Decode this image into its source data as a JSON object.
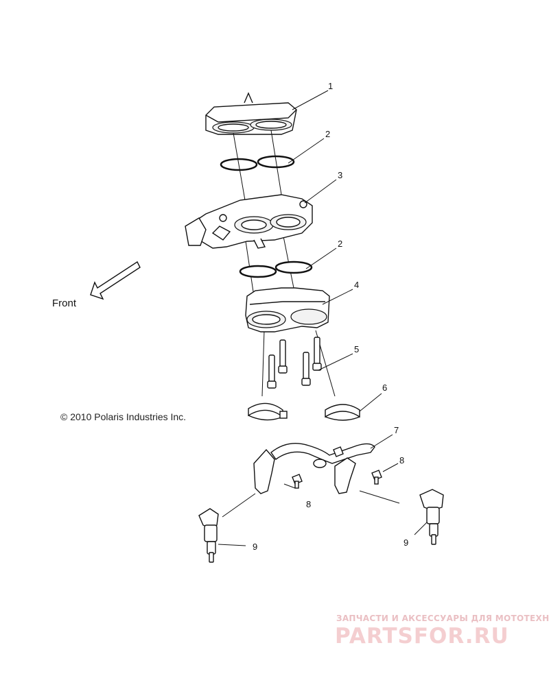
{
  "front_label": "Front",
  "copyright": "© 2010 Polaris Industries Inc.",
  "watermark": {
    "tagline": "ЗАПЧАСТИ И АКСЕССУАРЫ ДЛЯ МОТОТЕХНИКИ",
    "logo": "PARTSFOR.RU",
    "color": "#e9a9ae"
  },
  "callouts": {
    "c1": "1",
    "c2a": "2",
    "c3": "3",
    "c2b": "2",
    "c4": "4",
    "c5": "5",
    "c6": "6",
    "c7": "7",
    "c8a": "8",
    "c8b": "8",
    "c9a": "9",
    "c9b": "9"
  }
}
